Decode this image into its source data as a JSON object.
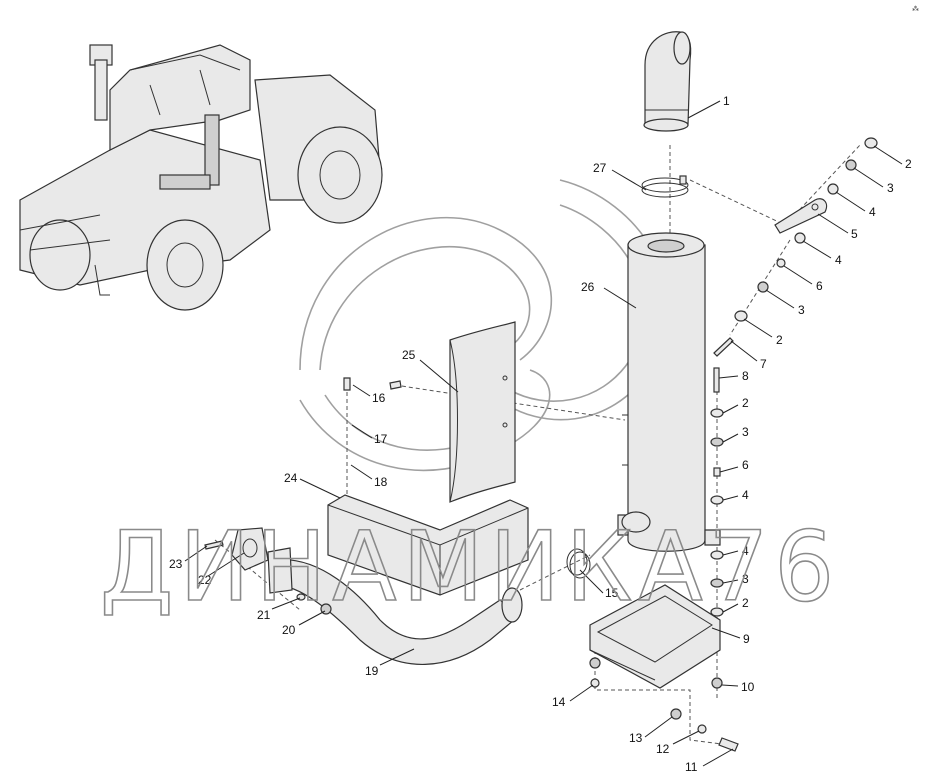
{
  "watermark": {
    "text": "ДИНАМИКА76"
  },
  "corner_mark": "⁂",
  "callouts": [
    {
      "id": "c1",
      "label": "1",
      "part": "exhaust-elbow"
    },
    {
      "id": "c2a",
      "label": "2",
      "part": "washer"
    },
    {
      "id": "c3a",
      "label": "3",
      "part": "nut"
    },
    {
      "id": "c4a",
      "label": "4",
      "part": "washer"
    },
    {
      "id": "c5",
      "label": "5",
      "part": "bracket"
    },
    {
      "id": "c4b",
      "label": "4",
      "part": "washer"
    },
    {
      "id": "c6a",
      "label": "6",
      "part": "washer"
    },
    {
      "id": "c3b",
      "label": "3",
      "part": "nut"
    },
    {
      "id": "c2b",
      "label": "2",
      "part": "washer"
    },
    {
      "id": "c7",
      "label": "7",
      "part": "bolt"
    },
    {
      "id": "c8",
      "label": "8",
      "part": "bolt"
    },
    {
      "id": "c2c",
      "label": "2",
      "part": "washer"
    },
    {
      "id": "c3c",
      "label": "3",
      "part": "nut"
    },
    {
      "id": "c6b",
      "label": "6",
      "part": "washer"
    },
    {
      "id": "c4c",
      "label": "4",
      "part": "washer"
    },
    {
      "id": "c4d",
      "label": "4",
      "part": "washer"
    },
    {
      "id": "c3d",
      "label": "3",
      "part": "nut"
    },
    {
      "id": "c2d",
      "label": "2",
      "part": "washer"
    },
    {
      "id": "c9",
      "label": "9",
      "part": "support-plate"
    },
    {
      "id": "c10",
      "label": "10",
      "part": "nut"
    },
    {
      "id": "c11",
      "label": "11",
      "part": "bolt"
    },
    {
      "id": "c12",
      "label": "12",
      "part": "washer"
    },
    {
      "id": "c13",
      "label": "13",
      "part": "nut"
    },
    {
      "id": "c14",
      "label": "14",
      "part": "bolt"
    },
    {
      "id": "c15",
      "label": "15",
      "part": "clamp"
    },
    {
      "id": "c16",
      "label": "16",
      "part": "screw"
    },
    {
      "id": "c17",
      "label": "17",
      "part": "washer"
    },
    {
      "id": "c18",
      "label": "18",
      "part": "washer"
    },
    {
      "id": "c19",
      "label": "19",
      "part": "exhaust-pipe"
    },
    {
      "id": "c20",
      "label": "20",
      "part": "nut"
    },
    {
      "id": "c21",
      "label": "21",
      "part": "washer"
    },
    {
      "id": "c22",
      "label": "22",
      "part": "gasket"
    },
    {
      "id": "c23",
      "label": "23",
      "part": "stud"
    },
    {
      "id": "c24",
      "label": "24",
      "part": "heat-shield-box"
    },
    {
      "id": "c25",
      "label": "25",
      "part": "heat-shield"
    },
    {
      "id": "c26",
      "label": "26",
      "part": "muffler"
    },
    {
      "id": "c27",
      "label": "27",
      "part": "clamp"
    }
  ]
}
